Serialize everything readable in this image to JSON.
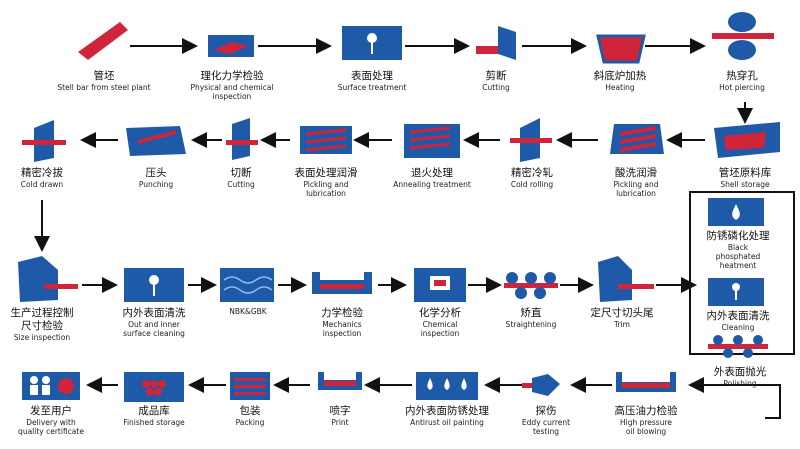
{
  "colors": {
    "blue": "#1e5aa8",
    "red": "#d0243a",
    "arrow": "#111111"
  },
  "steps": {
    "s1": {
      "cn": "管坯",
      "en": "Stell bar from steel plant"
    },
    "s2": {
      "cn": "理化力学检验",
      "en1": "Physical and chemical",
      "en2": "inspection"
    },
    "s3": {
      "cn": "表面处理",
      "en": "Surface treatment"
    },
    "s4": {
      "cn": "剪断",
      "en": "Cutting"
    },
    "s5": {
      "cn": "斜底炉加热",
      "en": "Heating"
    },
    "s6": {
      "cn": "热穿孔",
      "en": "Hot piercing"
    },
    "s7": {
      "cn": "管坯原料库",
      "en": "Shell storage"
    },
    "s8": {
      "cn": "酸洗润滑",
      "en1": "Pickling and",
      "en2": "lubrication"
    },
    "s9": {
      "cn": "精密冷轧",
      "en": "Cold rolling"
    },
    "s10": {
      "cn": "退火处理",
      "en": "Annealing treatment"
    },
    "s11": {
      "cn": "表面处理润滑",
      "en1": "Pickling and",
      "en2": "lubrication"
    },
    "s12": {
      "cn": "切断",
      "en": "Cutting"
    },
    "s13": {
      "cn": "压头",
      "en": "Punching"
    },
    "s14": {
      "cn": "精密冷拔",
      "en": "Cold drawn"
    },
    "s15": {
      "cn1": "生产过程控制",
      "cn2": "尺寸检验",
      "en": "Size inspection"
    },
    "s16": {
      "cn": "内外表面清洗",
      "en1": "Out and inner",
      "en2": "surface cleaning"
    },
    "s17": {
      "en": "NBK&GBK"
    },
    "s18": {
      "cn": "力学检验",
      "en1": "Mechanics",
      "en2": "inspection"
    },
    "s19": {
      "cn": "化学分析",
      "en1": "Chemical",
      "en2": "inspection"
    },
    "s20": {
      "cn": "矫直",
      "en": "Straightening"
    },
    "s21": {
      "cn": "定尺寸切头尾",
      "en": "Trim"
    },
    "s22": {
      "cn": "防锈磷化处理",
      "en1": "Black",
      "en2": "phosphated",
      "en3": "heatment"
    },
    "s23": {
      "cn": "内外表面清洗",
      "en": "Cleaning"
    },
    "s24": {
      "cn": "外表面抛光",
      "en": "Polishing"
    },
    "s25": {
      "cn": "高压油力检验",
      "en1": "High pressure",
      "en2": "oil blowing"
    },
    "s26": {
      "cn": "探伤",
      "en1": "Eddy current",
      "en2": "testing"
    },
    "s27": {
      "cn": "内外表面防锈处理",
      "en": "Antirust oil painting"
    },
    "s28": {
      "cn": "喷字",
      "en": "Print"
    },
    "s29": {
      "cn": "包装",
      "en": "Packing"
    },
    "s30": {
      "cn": "成品库",
      "en": "Finished storage"
    },
    "s31": {
      "cn": "发至用户",
      "en1": "Delivery with",
      "en2": "quality certificate"
    }
  }
}
